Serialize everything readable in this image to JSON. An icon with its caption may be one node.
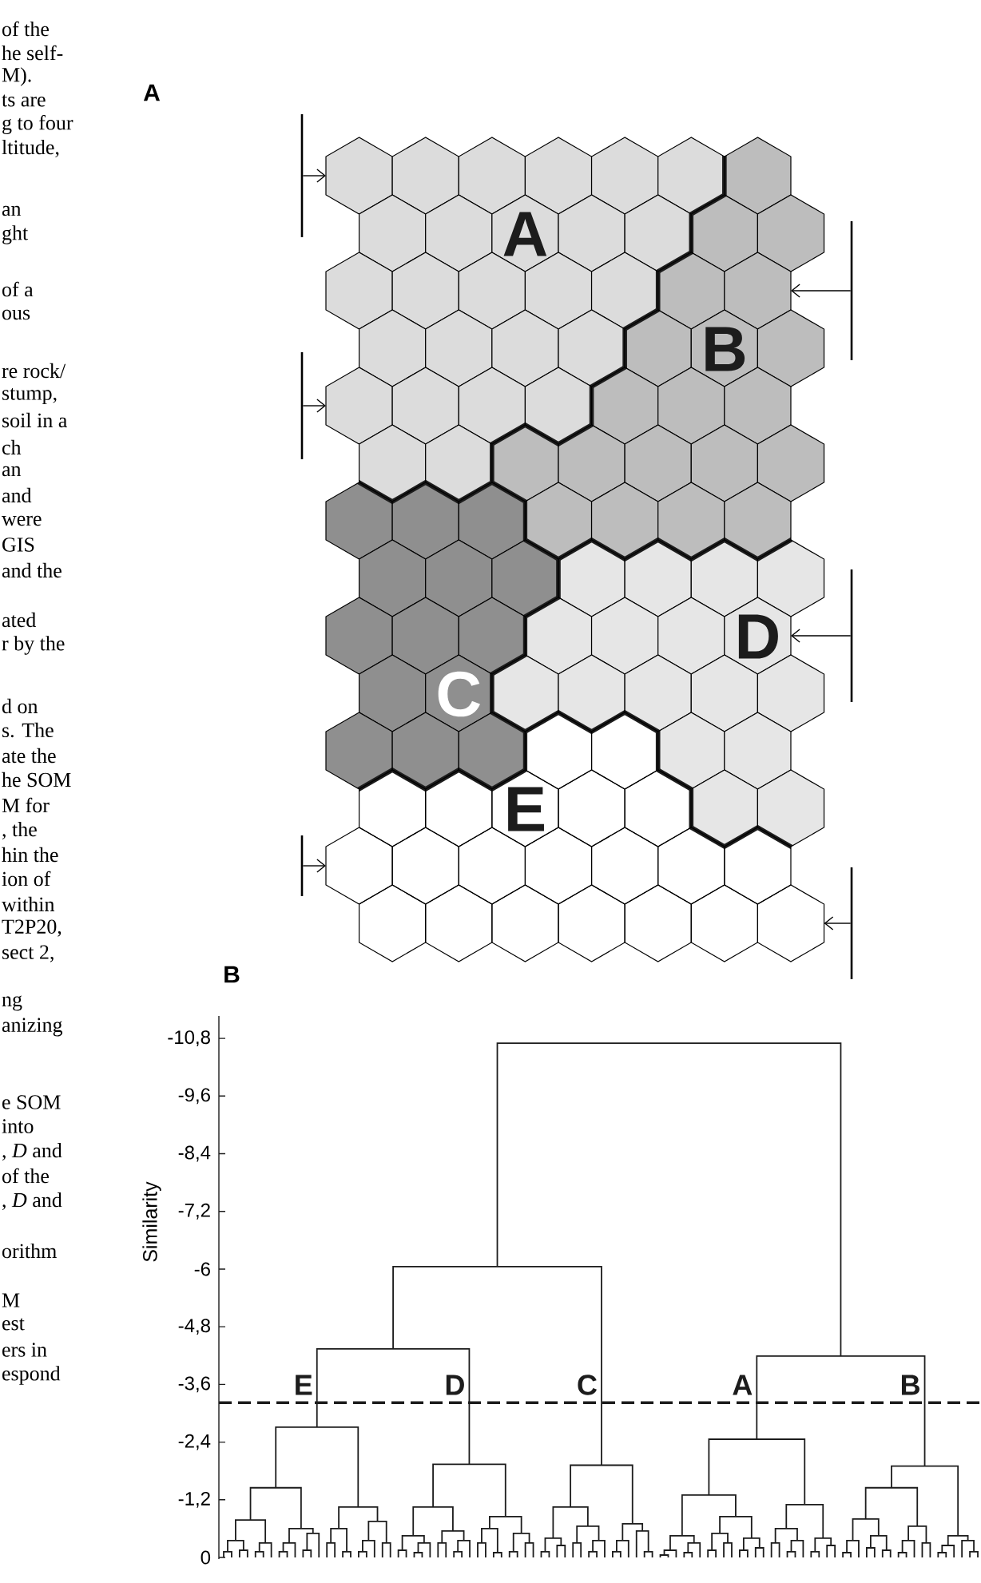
{
  "diagram": {
    "nodes": [
      {
        "text": [],
        "shape": "hexagon"
      },
      {
        "text": [],
        "shape": "hexagon"
      },
      {
        "text": [],
        "shape": "hexagon"
      },
      {
        "text": [],
        "shape": "hexagon"
      },
      {
        "text": [],
        "shape": "hexagon"
      },
      {
        "text": [],
        "shape": "hexagon"
      },
      {
        "text": [],
        "shape": "hexagon"
      },
      {
        "text": [],
        "shape": "hexagon"
      },
      {
        "text": [],
        "shape": "hexagon"
      },
      {
        "text": [],
        "shape": "hexagon"
      },
      {
        "text": [],
        "shape": "hexagon"
      },
      {
        "text": [],
        "shape": "hexagon"
      },
      {
        "text": [],
        "shape": "hexagon"
      },
      {
        "text": [],
        "shape": "hexagon"
      },
      {
        "text": [],
        "shape": "hexagon"
      },
      {
        "text": [],
        "shape": "hexagon"
      },
      {
        "text": [],
        "shape": "hexagon"
      },
      {
        "text": [],
        "shape": "hexagon"
      },
      {
        "text": [],
        "shape": "hexagon"
      },
      {
        "text": [],
        "shape": "hexagon"
      },
      {
        "text": [],
        "shape": "hexagon"
      },
      {
        "text": [],
        "shape": "hexagon"
      },
      {
        "text": [],
        "shape": "hexagon"
      },
      {
        "text": [],
        "shape": "hexagon"
      },
      {
        "text": [],
        "shape": "hexagon"
      },
      {
        "text": [],
        "shape": "hexagon"
      },
      {
        "text": [],
        "shape": "hexagon"
      },
      {
        "text": [],
        "shape": "hexagon"
      },
      {
        "text": [],
        "shape": "hexagon"
      },
      {
        "text": [],
        "shape": "hexagon"
      },
      {
        "text": [],
        "shape": "hexagon"
      },
      {
        "text": [],
        "shape": "hexagon"
      },
      {
        "text": [],
        "shape": "hexagon"
      },
      {
        "text": [],
        "shape": "hexagon"
      },
      {
        "text": [],
        "shape": "hexagon"
      },
      {
        "text": [],
        "shape": "hexagon"
      },
      {
        "text": [],
        "shape": "hexagon"
      },
      {
        "text": [],
        "shape": "hexagon"
      },
      {
        "text": [],
        "shape": "hexagon"
      },
      {
        "text": [],
        "shape": "hexagon"
      },
      {
        "text": [],
        "shape": "hexagon"
      },
      {
        "text": [],
        "shape": "hexagon"
      },
      {
        "text": [],
        "shape": "hexagon"
      },
      {
        "text": [],
        "shape": "hexagon"
      },
      {
        "text": [],
        "shape": "hexagon"
      },
      {
        "text": [],
        "shape": "hexagon"
      },
      {
        "text": [],
        "shape": "hexagon"
      },
      {
        "text": [],
        "shape": "hexagon"
      },
      {
        "text": [],
        "shape": "hexagon"
      },
      {
        "text": [],
        "shape": "hexagon"
      },
      {
        "text": [],
        "shape": "hexagon"
      },
      {
        "text": [],
        "shape": "hexagon"
      },
      {
        "text": [],
        "shape": "hexagon"
      },
      {
        "text": [],
        "shape": "hexagon"
      },
      {
        "text": [],
        "shape": "hexagon"
      },
      {
        "text": [],
        "shape": "hexagon"
      },
      {
        "text": [],
        "shape": "hexagon"
      },
      {
        "text": [],
        "shape": "hexagon"
      },
      {
        "text": [],
        "shape": "hexagon"
      },
      {
        "text": [],
        "shape": "hexagon"
      },
      {
        "text": [],
        "shape": "hexagon"
      },
      {
        "text": [],
        "shape": "hexagon"
      },
      {
        "text": [],
        "shape": "hexagon"
      },
      {
        "text": [],
        "shape": "hexagon"
      },
      {
        "text": [],
        "shape": "hexagon"
      },
      {
        "text": [],
        "shape": "hexagon"
      },
      {
        "text": [],
        "shape": "hexagon"
      },
      {
        "text": [],
        "shape": "hexagon"
      },
      {
        "text": [],
        "shape": "hexagon"
      },
      {
        "text": [],
        "shape": "hexagon"
      },
      {
        "text": [],
        "shape": "hexagon"
      },
      {
        "text": [],
        "shape": "hexagon"
      },
      {
        "text": [],
        "shape": "hexagon"
      },
      {
        "text": [],
        "shape": "hexagon"
      },
      {
        "text": [],
        "shape": "hexagon"
      },
      {
        "text": [],
        "shape": "hexagon"
      },
      {
        "text": [],
        "shape": "hexagon"
      },
      {
        "text": [],
        "shape": "hexagon"
      },
      {
        "text": [],
        "shape": "hexagon"
      },
      {
        "text": [],
        "shape": "hexagon"
      },
      {
        "text": [],
        "shape": "hexagon"
      },
      {
        "text": [],
        "shape": "hexagon"
      },
      {
        "text": [],
        "shape": "hexagon"
      },
      {
        "text": [],
        "shape": "hexagon"
      },
      {
        "text": [],
        "shape": "hexagon"
      },
      {
        "text": [],
        "shape": "hexagon"
      },
      {
        "text": [],
        "shape": "hexagon"
      },
      {
        "text": [],
        "shape": "hexagon"
      },
      {
        "text": [],
        "shape": "hexagon"
      },
      {
        "text": [],
        "shape": "hexagon"
      },
      {
        "text": [],
        "shape": "hexagon"
      },
      {
        "text": [],
        "shape": "hexagon"
      },
      {
        "text": [],
        "shape": "hexagon"
      },
      {
        "text": [],
        "shape": "hexagon"
      },
      {
        "text": [],
        "shape": "hexagon"
      },
      {
        "text": [],
        "shape": "hexagon"
      },
      {
        "text": [],
        "shape": "hexagon"
      },
      {
        "text": [],
        "shape": "hexagon"
      },
      {
        "text": [],
        "shape": "bar"
      },
      {
        "text": [],
        "shape": "bar"
      },
      {
        "text": [],
        "shape": "bar"
      },
      {
        "text": [],
        "shape": "bar"
      },
      {
        "text": [],
        "shape": "bar"
      },
      {
        "text": [],
        "shape": "bar"
      }
    ],
    "edges": [
      {
        "from": 98,
        "to": 0,
        "arrow": "to"
      },
      {
        "from": 99,
        "to": 20,
        "arrow": "to"
      },
      {
        "from": 100,
        "to": 28,
        "arrow": "to"
      },
      {
        "from": 101,
        "to": 62,
        "arrow": "to"
      },
      {
        "from": 102,
        "to": 84,
        "arrow": "to"
      },
      {
        "from": 103,
        "to": 97,
        "arrow": "to"
      }
    ],
    "labels": [
      "of the",
      "he self-",
      "M).",
      "ts are",
      "g to four",
      "ltitude,",
      "an",
      "ght",
      "of a",
      "ous",
      "re rock/",
      "stump,",
      "soil in a",
      "ch",
      "an",
      "and",
      "were",
      "GIS",
      "and the",
      "ated",
      "r by the",
      "d on",
      "s. The",
      "ate the",
      "he SOM",
      "M for",
      ", the",
      "hin the",
      "ion of",
      "within",
      "T2P20,",
      "sect 2,",
      "ng",
      "anizing",
      "e SOM",
      "into",
      ", *D* and",
      "of the",
      ", *D* and",
      "orithm",
      "M",
      "est",
      "ers in",
      "espond",
      "A",
      "A",
      "B",
      "C",
      "D",
      "E",
      "B",
      "Similarity",
      "-10,8",
      "-9,6",
      "-8,4",
      "-7,2",
      "-6",
      "-4,8",
      "-3,6",
      "-2,4",
      "-1,2",
      "0",
      "E",
      "D",
      "C",
      "A",
      "B"
    ]
  }
}
